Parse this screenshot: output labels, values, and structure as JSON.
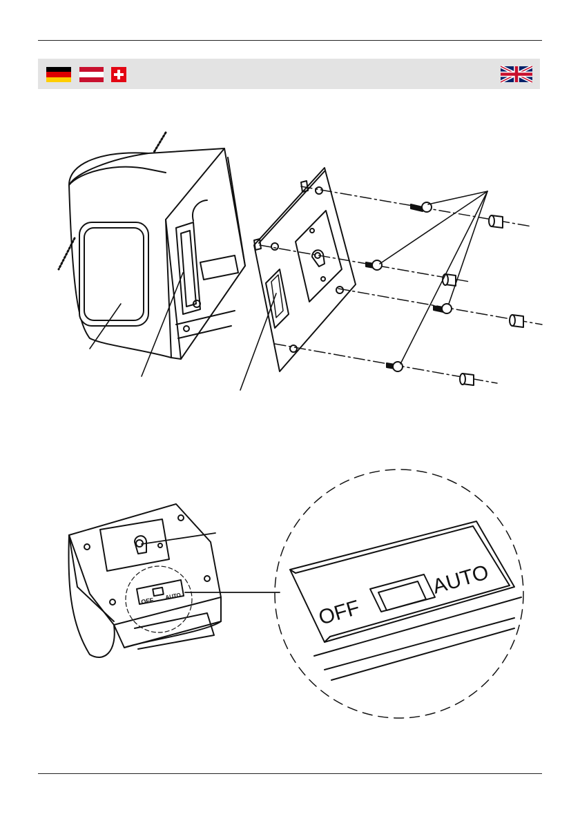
{
  "header": {
    "flags": [
      "germany-flag",
      "austria-flag",
      "switzerland-flag",
      "united-kingdom-flag"
    ]
  },
  "colors": {
    "line": "#111111",
    "header_bar": "#e3e3e3",
    "de": [
      "#000000",
      "#dd0000",
      "#ffce00"
    ],
    "at": [
      "#c8102e",
      "#ffffff",
      "#c8102e"
    ],
    "ch": "#e30613",
    "uk": [
      "#012169",
      "#ffffff",
      "#c8102e"
    ]
  },
  "zoom_detail": {
    "switch_left_label": "OFF",
    "switch_right_label": "AUTO"
  },
  "small_detail": {
    "switch_left_label": "OFF",
    "switch_right_label": "AUTO"
  }
}
